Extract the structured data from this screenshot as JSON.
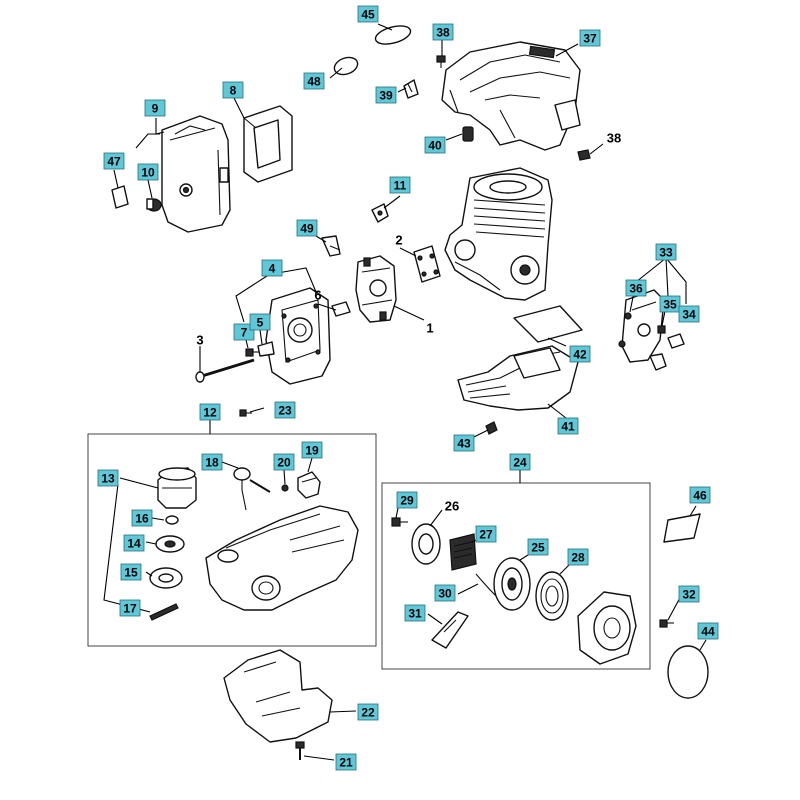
{
  "diagram": {
    "label_color": "#5ec8d8",
    "labels": {
      "p1": "1",
      "p2": "2",
      "p3": "3",
      "p4": "4",
      "p5": "5",
      "p6": "6",
      "p7": "7",
      "p8": "8",
      "p9": "9",
      "p10": "10",
      "p11": "11",
      "p12": "12",
      "p13": "13",
      "p14": "14",
      "p15": "15",
      "p16": "16",
      "p17": "17",
      "p18": "18",
      "p19": "19",
      "p20": "20",
      "p21": "21",
      "p22": "22",
      "p23": "23",
      "p24": "24",
      "p25": "25",
      "p26": "26",
      "p27": "27",
      "p28": "28",
      "p29": "29",
      "p30": "30",
      "p31": "31",
      "p32": "32",
      "p33": "33",
      "p34": "34",
      "p35": "35",
      "p36": "36",
      "p37": "37",
      "p38a": "38",
      "p38b": "38",
      "p39": "39",
      "p40": "40",
      "p41": "41",
      "p42": "42",
      "p43": "43",
      "p44": "44",
      "p45": "45",
      "p46": "46",
      "p47": "47",
      "p48": "48",
      "p49": "49"
    }
  }
}
